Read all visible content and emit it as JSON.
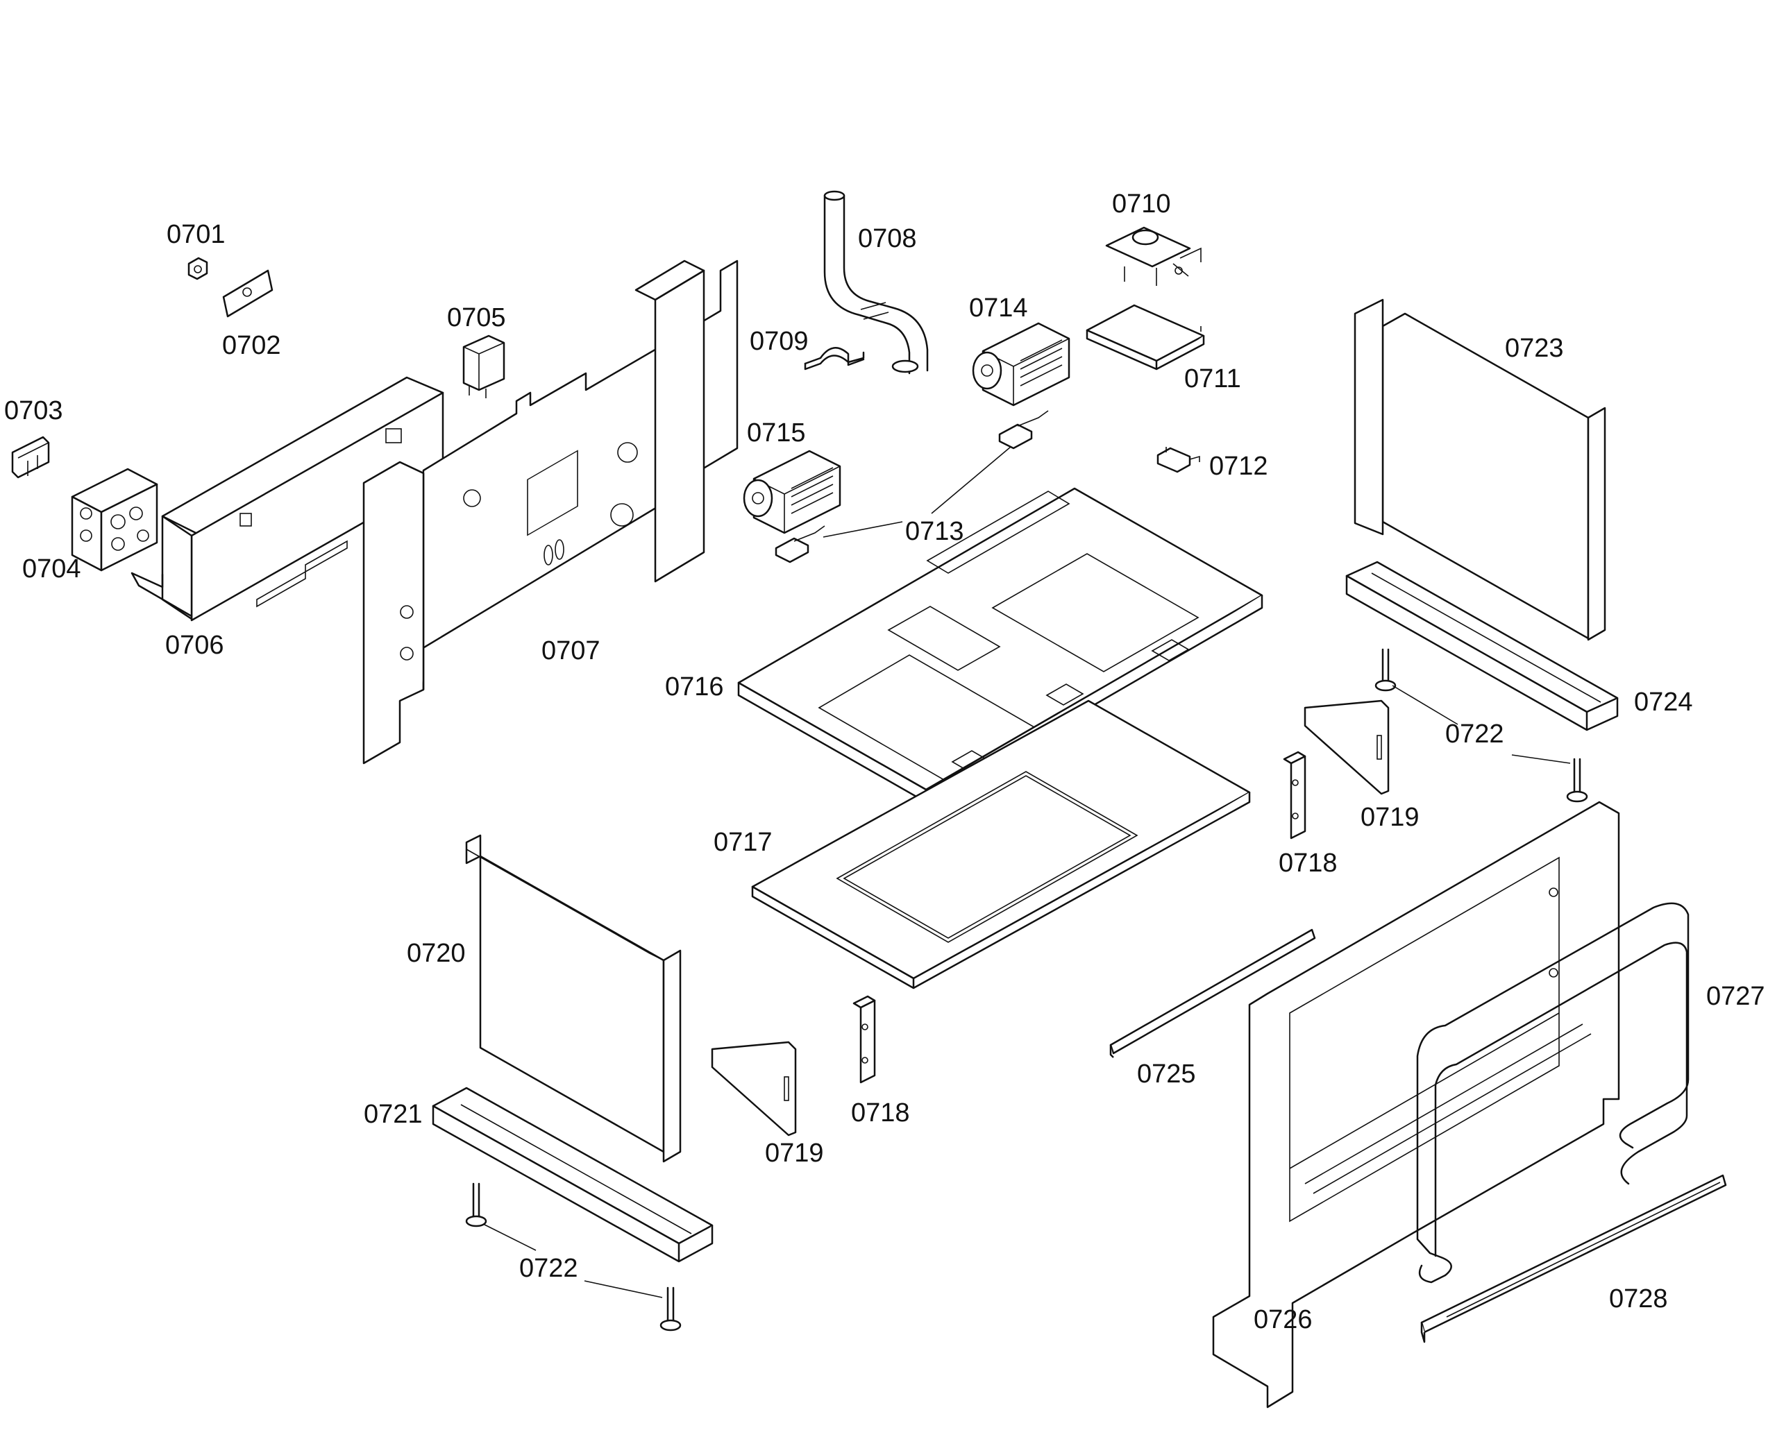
{
  "labels": {
    "p0701": "0701",
    "p0702": "0702",
    "p0703": "0703",
    "p0704": "0704",
    "p0705": "0705",
    "p0706": "0706",
    "p0707": "0707",
    "p0708": "0708",
    "p0709": "0709",
    "p0710": "0710",
    "p0711": "0711",
    "p0712": "0712",
    "p0713": "0713",
    "p0714": "0714",
    "p0715": "0715",
    "p0716": "0716",
    "p0717": "0717",
    "p0718": "0718",
    "p0719": "0719",
    "p0720": "0720",
    "p0721": "0721",
    "p0722": "0722",
    "p0723": "0723",
    "p0724": "0724",
    "p0725": "0725",
    "p0726": "0726",
    "p0727": "0727",
    "p0728": "0728"
  }
}
